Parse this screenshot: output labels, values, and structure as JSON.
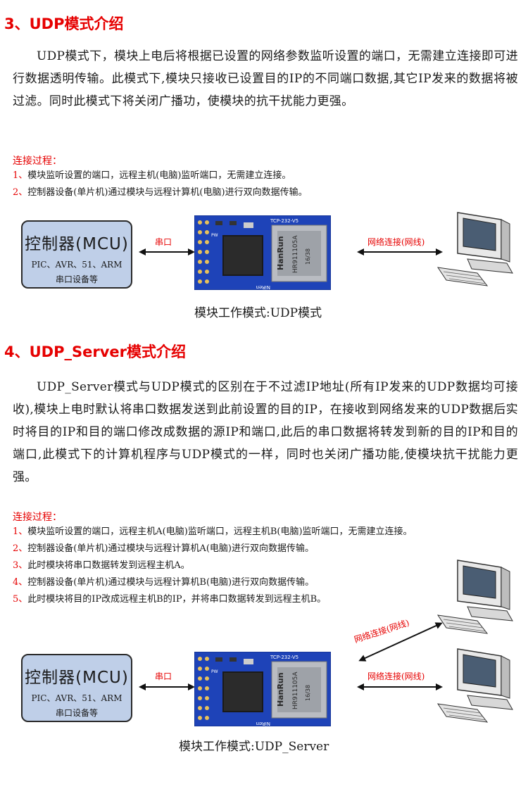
{
  "section3": {
    "title": "3、UDP模式介绍",
    "paragraph": "UDP模式下，模块上电后将根据已设置的网络参数监听设置的端口，无需建立连接即可进行数据透明传输。此模式下,模块只接收已设置目的IP的不同端口数据,其它IP发来的数据将被过滤。同时此模式下将关闭广播功，使模块的抗干扰能力更强。",
    "process_title": "连接过程：",
    "steps": [
      {
        "num": "1、",
        "text": "模块监听设置的端口，远程主机(电脑)监听端口，无需建立连接。"
      },
      {
        "num": "2、",
        "text": "控制器设备(单片机)通过模块与远程计算机(电脑)进行双向数据传输。"
      }
    ],
    "diagram": {
      "mcu_title": "控制器(MCU)",
      "mcu_line1": "PIC、AVR、51、ARM",
      "mcu_line2": "串口设备等",
      "serial_label": "串口",
      "network_label": "网络连接(网线)",
      "board_model": "TCP-232-V5",
      "board_chip": "HanRun",
      "board_part": "HR911105A",
      "board_code": "16/38",
      "board_brand": "NiRen",
      "board_pwr": "PW",
      "caption": "模块工作模式:UDP模式"
    }
  },
  "section4": {
    "title": "4、UDP_Server模式介绍",
    "paragraph": "UDP_Server模式与UDP模式的区别在于不过滤IP地址(所有IP发来的UDP数据均可接收),模块上电时默认将串口数据发送到此前设置的目的IP，在接收到网络发来的UDP数据后实时将目的IP和目的端口修改成数据的源IP和端口,此后的串口数据将转发到新的目的IP和目的端口,此模式下的计算机程序与UDP模式的一样，同时也关闭广播功能,使模块抗干扰能力更强。",
    "process_title": "连接过程：",
    "steps": [
      {
        "num": "1、",
        "text": "模块监听设置的端口，远程主机A(电脑)监听端口，远程主机B(电脑)监听端口，无需建立连接。"
      },
      {
        "num": "2、",
        "text": "控制器设备(单片机)通过模块与远程计算机A(电脑)进行双向数据传输。"
      },
      {
        "num": "3、",
        "text": "此时模块将串口数据转发到远程主机A。"
      },
      {
        "num": "4、",
        "text": "控制器设备(单片机)通过模块与远程计算机B(电脑)进行双向数据传输。"
      },
      {
        "num": "5、",
        "text": "此时模块将目的IP改成远程主机B的IP，并将串口数据转发到远程主机B。"
      }
    ],
    "diagram": {
      "mcu_title": "控制器(MCU)",
      "mcu_line1": "PIC、AVR、51、ARM",
      "mcu_line2": "串口设备等",
      "serial_label": "串口",
      "network_label_upper": "网络连接(网线)",
      "network_label_lower": "网络连接(网线)",
      "board_model": "TCP-232-V5",
      "board_chip": "HanRun",
      "board_part": "HR911105A",
      "board_code": "16/38",
      "board_brand": "NiRen",
      "board_pwr": "PW",
      "caption": "模块工作模式:UDP_Server"
    }
  }
}
